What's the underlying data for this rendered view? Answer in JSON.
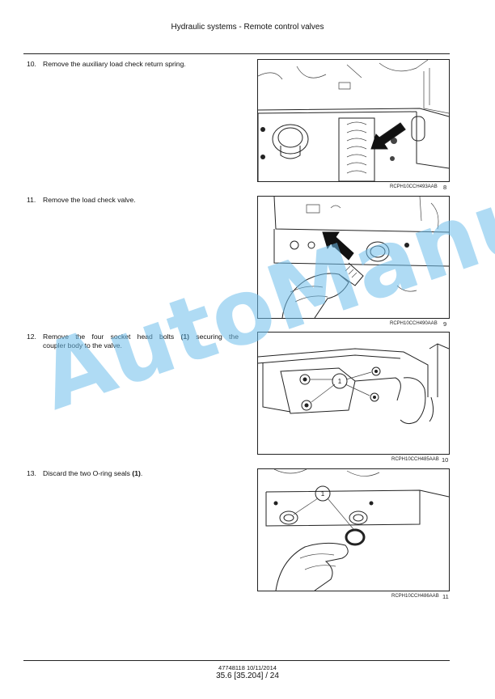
{
  "header": {
    "title": "Hydraulic systems - Remote control valves"
  },
  "steps": [
    {
      "number": "10.",
      "text": "Remove the auxiliary load check return spring."
    },
    {
      "number": "11.",
      "text": "Remove the load check valve."
    },
    {
      "number": "12.",
      "line1_pre": "Remove the four socket head bolts ",
      "line1_bold": "(1)",
      "line1_post": " securing the",
      "line2": "coupler body to the valve."
    },
    {
      "number": "13.",
      "pre": "Discard the two O-ring seals ",
      "bold": "(1)",
      "post": "."
    }
  ],
  "figures": [
    {
      "code": "RCPH10CCH493AAB",
      "number": "8"
    },
    {
      "code": "RCPH10CCH490AAB",
      "number": "9",
      "callout": ""
    },
    {
      "code": "RCPH10CCH485AAB",
      "number": "10",
      "callout": "1"
    },
    {
      "code": "RCPH10CCH486AAB",
      "number": "11",
      "callout": "1"
    }
  ],
  "footer": {
    "doc_ref": "47748118 10/11/2014",
    "page": "35.6 [35.204] / 24"
  },
  "watermark": "AutoManual"
}
